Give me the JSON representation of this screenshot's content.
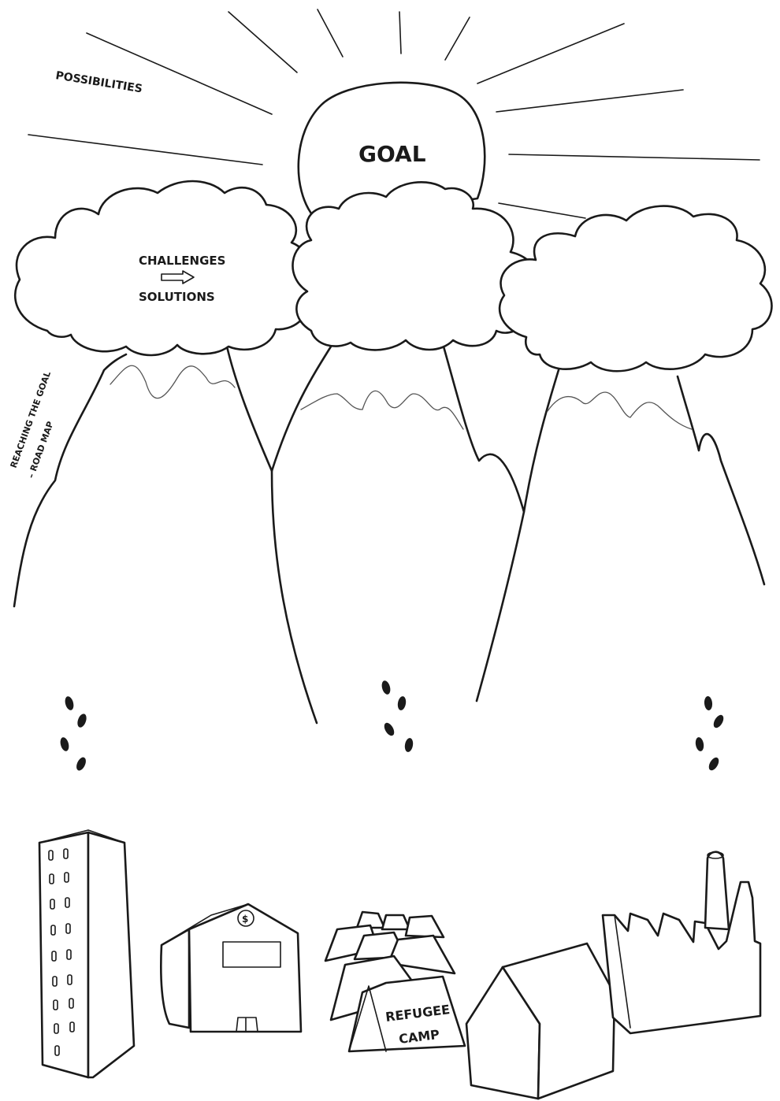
{
  "labels": {
    "possibilities": "POSSIBILITIES",
    "goal": "GOAL",
    "challenges": "CHALLENGES",
    "solutions": "SOLUTIONS",
    "roadmap_line1": "REACHING THE GOAL",
    "roadmap_line2": "– ROAD MAP",
    "camp_line1": "REFUGEE",
    "camp_line2": "CAMP"
  },
  "icons": [
    "sun-ray-icon",
    "cloud-icon",
    "mountain-icon",
    "footprints-icon",
    "tower-building-icon",
    "bank-building-icon",
    "tent-icon",
    "house-icon",
    "factory-icon",
    "arrow-right-icon",
    "dollar-sign-icon"
  ],
  "colors": {
    "ink": "#1a1a1a",
    "paper": "#ffffff"
  }
}
